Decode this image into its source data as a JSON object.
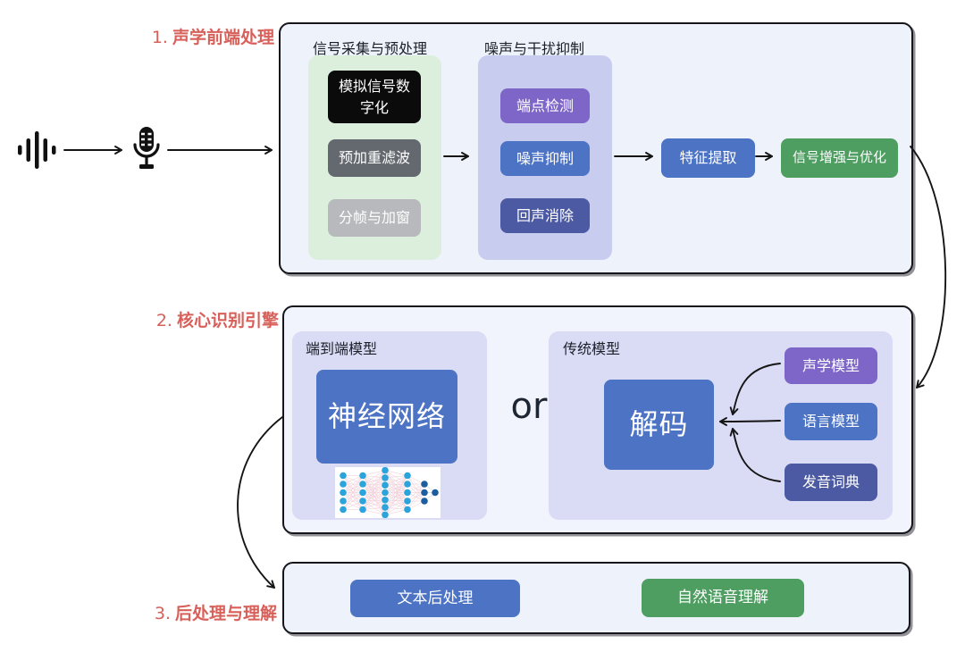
{
  "diagram": {
    "subject": "speech-recognition-pipeline"
  },
  "palette": {
    "section_fill": "#eef2fb",
    "section_border": "#15151a",
    "group_green": "#dcefdd",
    "group_lavender_dark": "#c8ccef",
    "group_lavender_light": "#dadcf6",
    "box_black": "#0b0b0c",
    "box_dark_gray": "#64686f",
    "box_light_gray": "#b8b9bd",
    "box_purple": "#7d66c7",
    "box_blue": "#4d73c5",
    "box_indigo": "#4c5aa3",
    "box_green": "#4e9d61",
    "label_red": "#d8605a",
    "arrow_black": "#151515"
  },
  "icons": {
    "waveform": "waveform-icon",
    "microphone": "microphone-icon",
    "neural_network_image": "neural-network-image"
  },
  "stage1": {
    "number": "1.",
    "title": "声学前端处理",
    "signal_group": {
      "title": "信号采集与预处理",
      "items": [
        {
          "label": "模拟信号数字化",
          "color": "#0b0b0c"
        },
        {
          "label": "预加重滤波",
          "color": "#64686f"
        },
        {
          "label": "分帧与加窗",
          "color": "#b8b9bd"
        }
      ]
    },
    "noise_group": {
      "title": "噪声与干扰抑制",
      "items": [
        {
          "label": "端点检测",
          "color": "#7d66c7"
        },
        {
          "label": "噪声抑制",
          "color": "#4d73c5"
        },
        {
          "label": "回声消除",
          "color": "#4c5aa3"
        }
      ]
    },
    "feature_box": "特征提取",
    "enhance_box": "信号增强与优化"
  },
  "stage2": {
    "number": "2.",
    "title": "核心识别引擎",
    "e2e_group": {
      "title": "端到端模型",
      "main_box": "神经网络"
    },
    "or_text": "or",
    "traditional_group": {
      "title": "传统模型",
      "main_box": "解码",
      "inputs": [
        {
          "label": "声学模型",
          "color": "#7d66c7"
        },
        {
          "label": "语言模型",
          "color": "#4d73c5"
        },
        {
          "label": "发音词典",
          "color": "#4c5aa3"
        }
      ]
    }
  },
  "stage3": {
    "number": "3.",
    "title": "后处理与理解",
    "items": [
      {
        "label": "文本后处理",
        "color": "#4d73c5"
      },
      {
        "label": "自然语音理解",
        "color": "#4e9d61"
      }
    ]
  }
}
